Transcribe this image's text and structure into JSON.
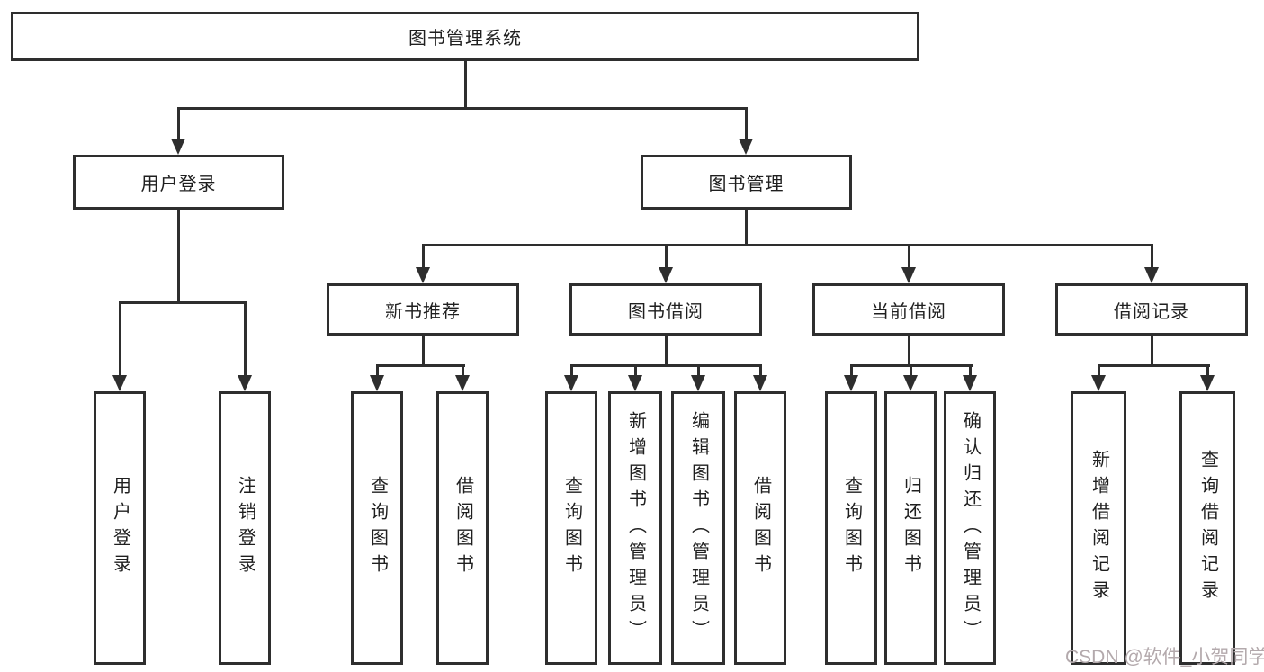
{
  "diagram": {
    "title": "图书管理系统",
    "branches": [
      {
        "label": "用户登录",
        "children": [
          {
            "label": "用户登录"
          },
          {
            "label": "注销登录"
          }
        ]
      },
      {
        "label": "图书管理",
        "children": [
          {
            "label": "新书推荐",
            "children": [
              {
                "label": "查询图书"
              },
              {
                "label": "借阅图书"
              }
            ]
          },
          {
            "label": "图书借阅",
            "children": [
              {
                "label": "查询图书"
              },
              {
                "label": "新增图书（管理员）"
              },
              {
                "label": "编辑图书（管理员）"
              },
              {
                "label": "借阅图书"
              }
            ]
          },
          {
            "label": "当前借阅",
            "children": [
              {
                "label": "查询图书"
              },
              {
                "label": "归还图书"
              },
              {
                "label": "确认归还（管理员）"
              }
            ]
          },
          {
            "label": "借阅记录",
            "children": [
              {
                "label": "新增借阅记录"
              },
              {
                "label": "查询借阅记录"
              }
            ]
          }
        ]
      }
    ]
  },
  "watermark": "CSDN @软件_小贺同学",
  "colors": {
    "line": "#2e2e2e",
    "text": "#1f1f1f",
    "watermark": "#b3a9ac",
    "background": "#ffffff"
  }
}
